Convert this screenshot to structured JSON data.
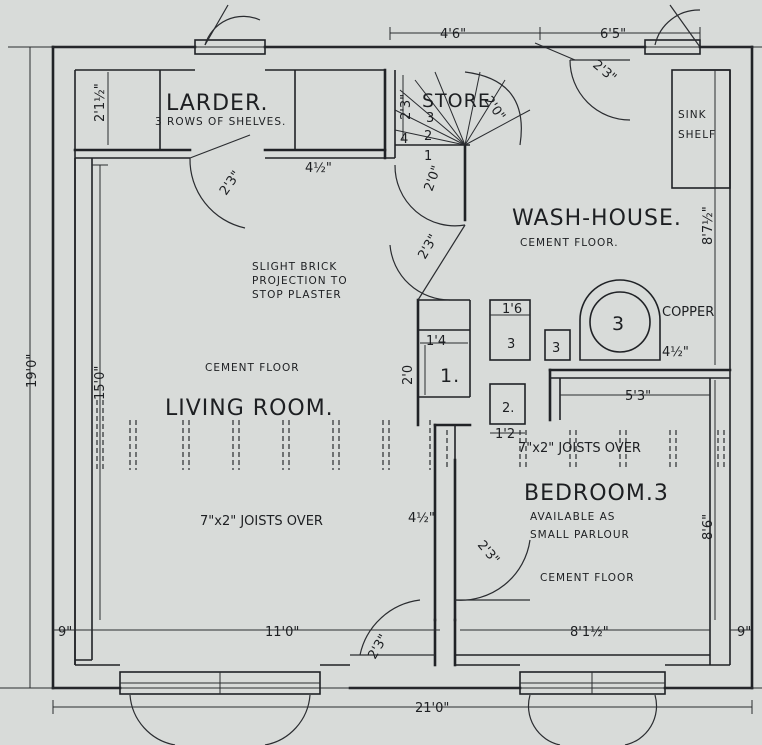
{
  "rooms": {
    "larder": "LARDER.",
    "larder_note": "3 ROWS OF SHELVES.",
    "store": "STORE",
    "wash_house": "WASH-HOUSE.",
    "wash_house_note": "CEMENT FLOOR.",
    "sink_line1": "SINK",
    "sink_line2": "SHELF",
    "copper_label": "COPPER",
    "copper_num": "3",
    "living_room": "LIVING ROOM.",
    "living_floor": "CEMENT FLOOR",
    "bedroom": "BEDROOM.3",
    "bedroom_note_line1": "AVAILABLE AS",
    "bedroom_note_line2": "SMALL PARLOUR",
    "bedroom_floor": "CEMENT FLOOR",
    "brick_note_line1": "SLIGHT BRICK",
    "brick_note_line2": "PROJECTION TO",
    "brick_note_line3": "STOP PLASTER",
    "joists_living": "7\"x2\" JOISTS OVER",
    "joists_bedroom": "7\"x2\" JOISTS OVER",
    "num_1": "1.",
    "num_2": "2.",
    "num_3a": "3",
    "num_3b": "3",
    "stair_1": "1",
    "stair_2": "2",
    "stair_3": "3",
    "stair_4": "4"
  },
  "dimensions": {
    "top_left": "4'6\"",
    "top_right": "6'5\"",
    "overall_height": "19'0\"",
    "overall_width": "21'0\"",
    "living_height": "15'0\"",
    "living_width": "11'0\"",
    "bedroom_width": "8'1½\"",
    "bedroom_top": "5'3\"",
    "bedroom_height": "8'6\"",
    "wash_height": "8'7½\"",
    "larder_depth": "2'1½\"",
    "larder_partition": "4½\"",
    "larder_door": "2'3\"",
    "store_height": "2'3\"",
    "store_door_a": "2'0\"",
    "store_door_b": "2'0\"",
    "wash_door": "2'3\"",
    "hall_door": "2'3\"",
    "cup1_w": "1'4",
    "cup1_h": "2'0",
    "cup3_w": "1'6",
    "cup2_w": "1'2",
    "copper_wall": "4½\"",
    "partition_lower": "4½\"",
    "bed_door": "2'3\"",
    "front_door": "2'3\"",
    "wall_left": "9\"",
    "wall_right": "9\""
  }
}
